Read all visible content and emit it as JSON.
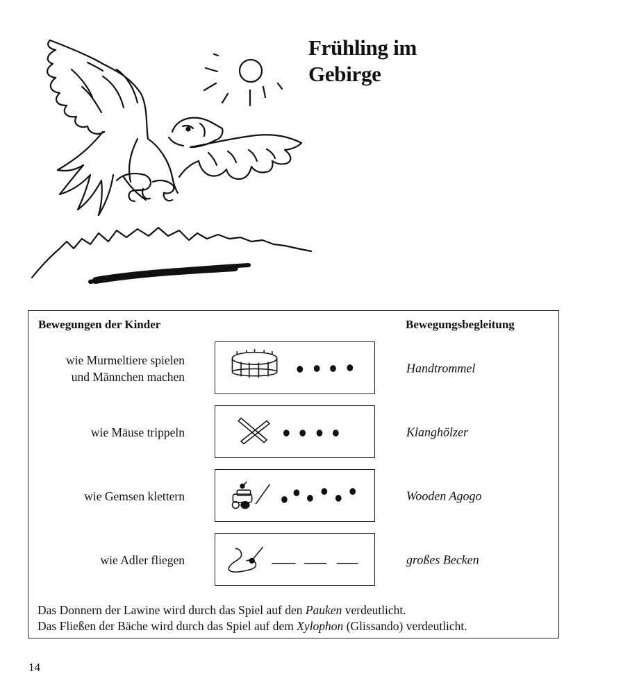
{
  "page": {
    "title_line1": "Frühling im",
    "title_line2": "Gebirge",
    "page_number": "14"
  },
  "illustration": {
    "icon": "eagle-over-mountains-sun-illustration"
  },
  "table": {
    "header_left": "Bewegungen der Kinder",
    "header_right": "Bewegungsbegleitung",
    "rows": [
      {
        "movement_line1": "wie Murmeltiere spielen",
        "movement_line2": "und Männchen machen",
        "symbol": "hand-drum-icon",
        "instrument": "Handtrommel"
      },
      {
        "movement_line1": "wie Mäuse trippeln",
        "movement_line2": "",
        "symbol": "claves-icon",
        "instrument": "Klanghölzer"
      },
      {
        "movement_line1": "wie Gemsen klettern",
        "movement_line2": "",
        "symbol": "wooden-agogo-icon",
        "instrument": "Wooden Agogo"
      },
      {
        "movement_line1": "wie Adler fliegen",
        "movement_line2": "",
        "symbol": "cymbal-icon",
        "instrument": "großes Becken"
      }
    ]
  },
  "notes": {
    "line1_a": "Das Donnern der Lawine wird durch das Spiel auf den ",
    "line1_em": "Pauken",
    "line1_b": " verdeutlicht.",
    "line2_a": "Das Fließen der Bäche wird durch das Spiel auf dem ",
    "line2_em": "Xylophon",
    "line2_b": " (Glissando) verdeutlicht."
  }
}
